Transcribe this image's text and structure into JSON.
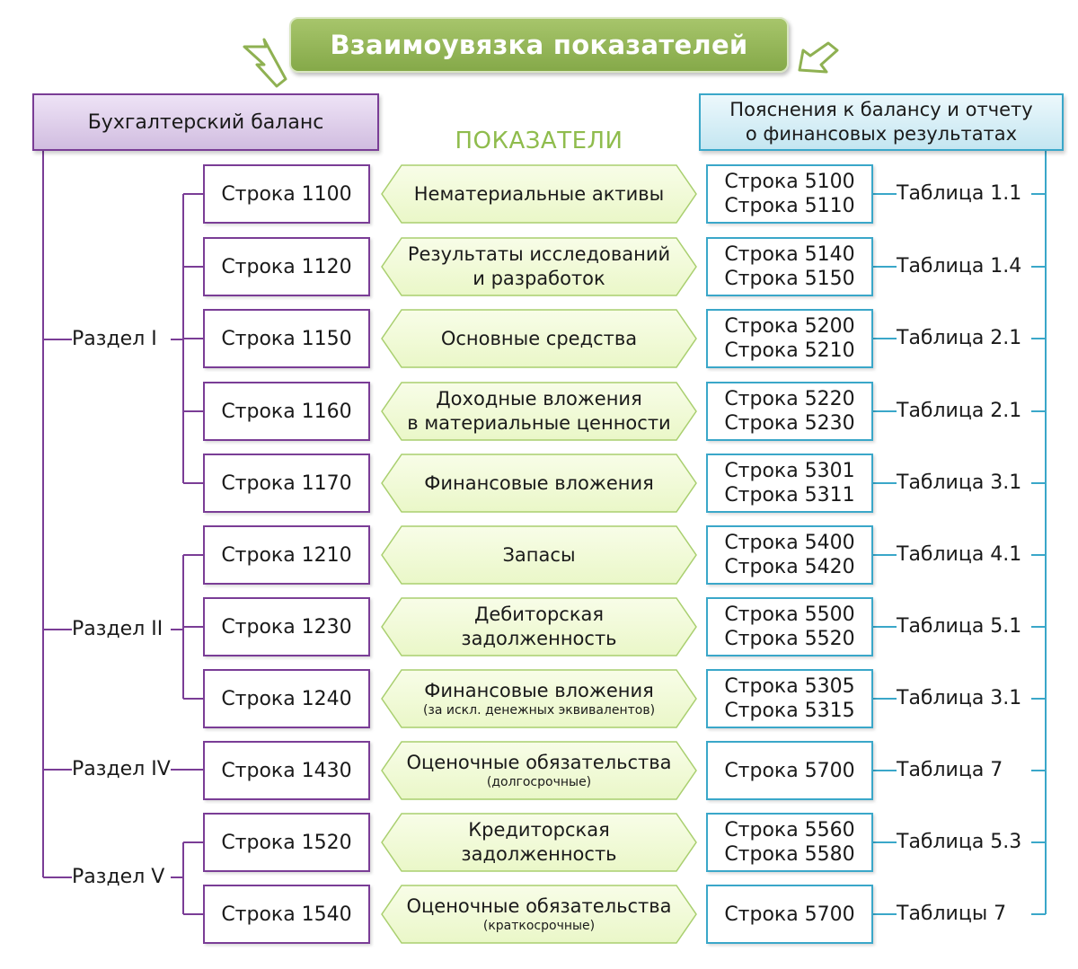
{
  "title": "Взаимоувязка показателей",
  "left_header": "Бухгалтерский баланс",
  "right_header": {
    "line1": "Пояснения к балансу и отчету",
    "line2": "о финансовых результатах"
  },
  "indicators_label": "ПОКАЗАТЕЛИ",
  "sections": [
    {
      "label": "Раздел I"
    },
    {
      "label": "Раздел II"
    },
    {
      "label": "Раздел IV"
    },
    {
      "label": "Раздел V"
    }
  ],
  "rows": [
    {
      "balance": "Строка 1100",
      "indicator": "Нематериальные активы",
      "indicator2": "",
      "note": "",
      "expl1": "Строка 5100",
      "expl2": "Строка 5110",
      "table": "Таблица 1.1"
    },
    {
      "balance": "Строка 1120",
      "indicator": "Результаты исследований",
      "indicator2": "и разработок",
      "note": "",
      "expl1": "Строка 5140",
      "expl2": "Строка 5150",
      "table": "Таблица 1.4"
    },
    {
      "balance": "Строка 1150",
      "indicator": "Основные средства",
      "indicator2": "",
      "note": "",
      "expl1": "Строка 5200",
      "expl2": "Строка 5210",
      "table": "Таблица 2.1"
    },
    {
      "balance": "Строка 1160",
      "indicator": "Доходные вложения",
      "indicator2": "в материальные ценности",
      "note": "",
      "expl1": "Строка 5220",
      "expl2": "Строка 5230",
      "table": "Таблица 2.1"
    },
    {
      "balance": "Строка 1170",
      "indicator": "Финансовые вложения",
      "indicator2": "",
      "note": "",
      "expl1": "Строка 5301",
      "expl2": "Строка 5311",
      "table": "Таблица 3.1"
    },
    {
      "balance": "Строка 1210",
      "indicator": "Запасы",
      "indicator2": "",
      "note": "",
      "expl1": "Строка 5400",
      "expl2": "Строка 5420",
      "table": "Таблица 4.1"
    },
    {
      "balance": "Строка 1230",
      "indicator": "Дебиторская",
      "indicator2": "задолженность",
      "note": "",
      "expl1": "Строка 5500",
      "expl2": "Строка 5520",
      "table": "Таблица 5.1"
    },
    {
      "balance": "Строка 1240",
      "indicator": "Финансовые вложения",
      "indicator2": "",
      "note": "(за искл. денежных эквивалентов)",
      "expl1": "Строка 5305",
      "expl2": "Строка 5315",
      "table": "Таблица 3.1"
    },
    {
      "balance": "Строка 1430",
      "indicator": "Оценочные обязательства",
      "indicator2": "",
      "note": "(долгосрочные)",
      "expl1": "Строка 5700",
      "expl2": "",
      "table": "Таблица 7"
    },
    {
      "balance": "Строка 1520",
      "indicator": "Кредиторская",
      "indicator2": "задолженность",
      "note": "",
      "expl1": "Строка 5560",
      "expl2": "Строка 5580",
      "table": "Таблица 5.3"
    },
    {
      "balance": "Строка 1540",
      "indicator": "Оценочные обязательства",
      "indicator2": "",
      "note": "(краткосрочные)",
      "expl1": "Строка 5700",
      "expl2": "",
      "table": "Таблицы 7"
    }
  ],
  "colors": {
    "balance_border": "#7a3d96",
    "explanation_border": "#3aa7c9",
    "indicator_fill": "#eaf7c8",
    "indicator_border": "#a9cf6f",
    "title_fill": "#8fb152",
    "indicators_label": "#8fbc4d"
  }
}
